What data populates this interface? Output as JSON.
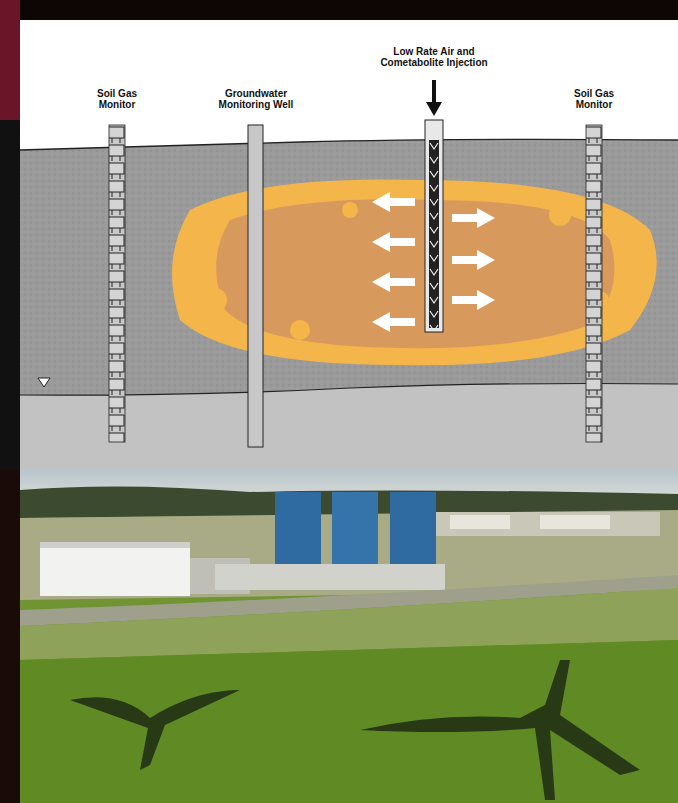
{
  "diagram": {
    "labels": [
      "Low Rate Air and Cometabolite Injection",
      "Soil Gas Monitor",
      "Groundwater Monitoring Well",
      "Soil Gas Monitor"
    ]
  }
}
